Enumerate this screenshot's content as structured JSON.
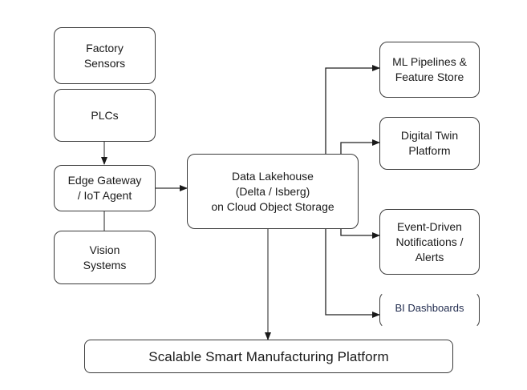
{
  "diagram": {
    "title": "Scalable Smart Manufacturing Platform",
    "sources": [
      {
        "label": "Factory\nSensors"
      },
      {
        "label": "PLCs"
      },
      {
        "label": "Edge Gateway\n/ IoT Agent"
      },
      {
        "label": "Vision\nSystems"
      }
    ],
    "hub": {
      "label": "Data Lakehouse\n(Delta / Isberg)\non Cloud Object Storage"
    },
    "consumers": [
      {
        "label": "ML Pipelines & \nFeature Store"
      },
      {
        "label": "Digital Twin\nPlatform"
      },
      {
        "label": "Event-Driven\nNotifications /\nAlerts"
      },
      {
        "label": "BI Dashboards"
      }
    ],
    "platform": {
      "label": "Scalable Smart Manufacturing Platform"
    },
    "edges": [
      {
        "from": "PLCs",
        "to": "Edge Gateway / IoT Agent"
      },
      {
        "from": "Edge Gateway / IoT Agent",
        "to": "Data Lakehouse"
      },
      {
        "from": "Vision Systems",
        "to": "Edge Gateway / IoT Agent"
      },
      {
        "from": "Data Lakehouse",
        "to": "ML Pipelines & Feature Store"
      },
      {
        "from": "Data Lakehouse",
        "to": "Digital Twin Platform"
      },
      {
        "from": "Data Lakehouse",
        "to": "Event-Driven Notifications / Alerts"
      },
      {
        "from": "Data Lakehouse",
        "to": "BI Dashboards"
      },
      {
        "from": "Data Lakehouse",
        "to": "Scalable Smart Manufacturing Platform"
      }
    ]
  }
}
